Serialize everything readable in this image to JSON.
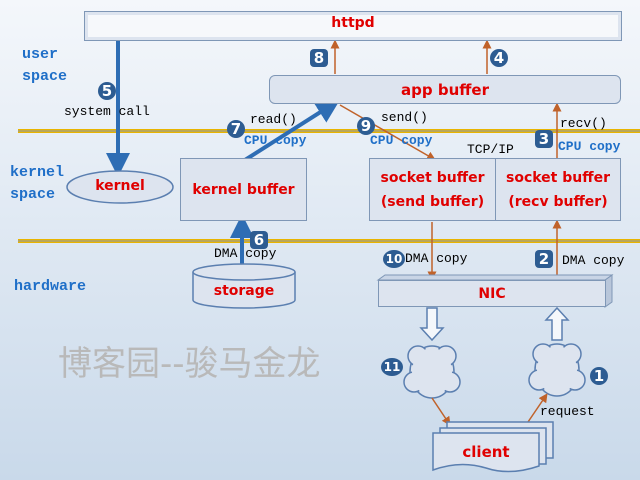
{
  "regions": {
    "user_space": "user\nspace",
    "kernel_space": "kernel\nspace",
    "hardware": "hardware"
  },
  "boxes": {
    "httpd": "httpd",
    "app_buffer": "app buffer",
    "kernel": "kernel",
    "kernel_buffer": "kernel buffer",
    "socket_send": "socket buffer\n(send buffer)",
    "socket_recv": "socket buffer\n(recv buffer)",
    "storage": "storage",
    "nic": "NIC",
    "client": "client"
  },
  "labels": {
    "system_call": "system call",
    "read": "read()",
    "send": "send()",
    "recv": "recv()",
    "tcp_ip": "TCP/IP",
    "dma_copy": "DMA copy",
    "cpu_copy": "CPU copy",
    "request": "request"
  },
  "steps": [
    "1",
    "2",
    "3",
    "4",
    "5",
    "6",
    "7",
    "8",
    "9",
    "10",
    "11"
  ],
  "watermark": "博客园--骏马金龙",
  "colors": {
    "arrow_blue": "#2e6db4",
    "arrow_brown": "#c0622a",
    "divider": "#e8b400",
    "box_text": "#e00000"
  }
}
